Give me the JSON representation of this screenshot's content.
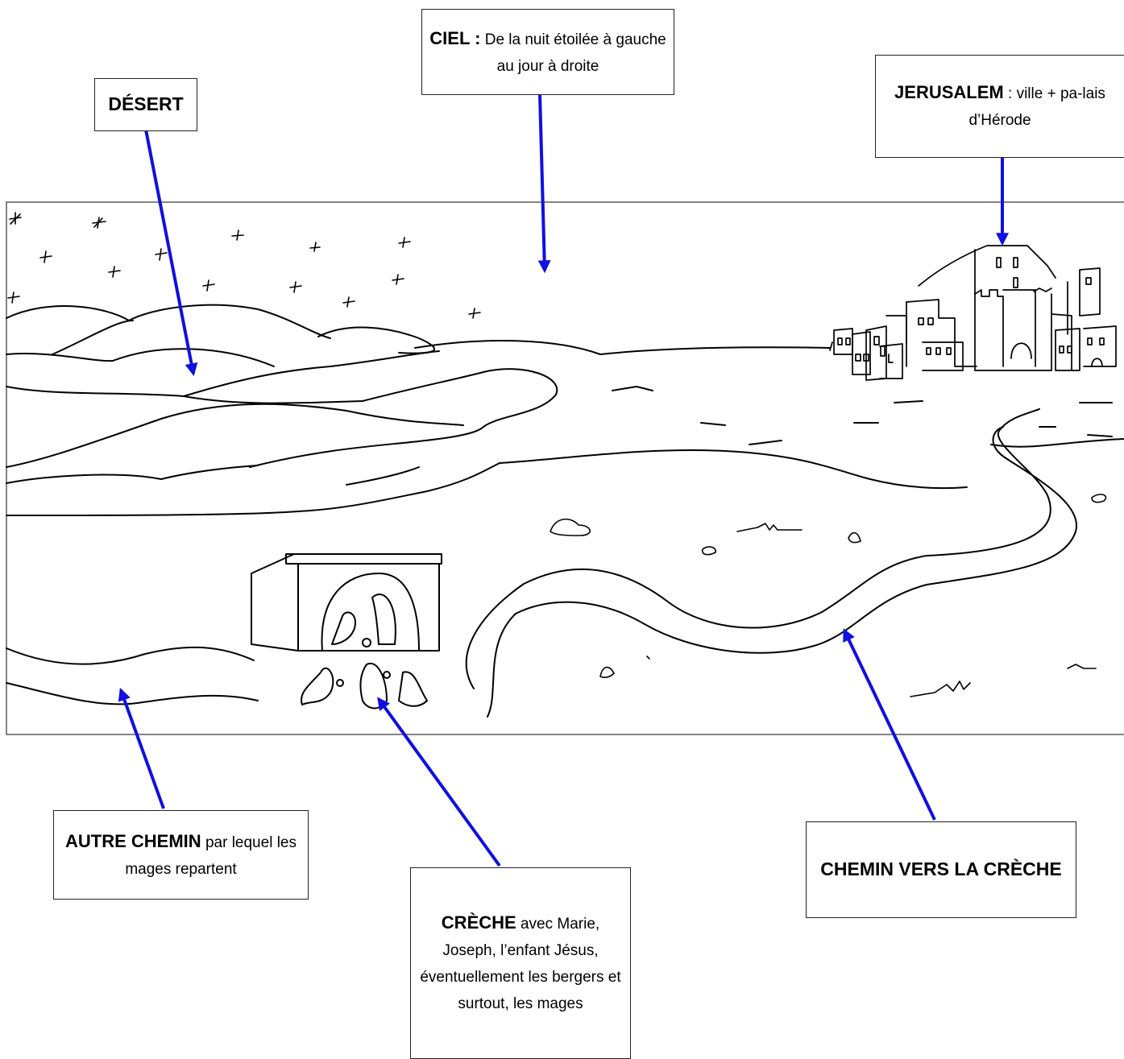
{
  "labels": {
    "desert": {
      "bold": "DÉSERT",
      "text": ""
    },
    "ciel": {
      "bold": "CIEL :",
      "text": " De la nuit étoilée à gauche au jour à droite"
    },
    "jerusalem": {
      "bold": "JERUSALEM",
      "text": " : ville + pa-lais d’Hérode"
    },
    "autre_chemin": {
      "bold": "AUTRE CHEMIN",
      "text": " par lequel les mages repartent"
    },
    "creche": {
      "bold": "CRÈCHE",
      "text": " avec Marie, Joseph, l’enfant Jésus, éventuellement les bergers et surtout, les mages"
    },
    "chemin_creche": {
      "bold": "CHEMIN VERS LA CRÈCHE",
      "text": ""
    }
  },
  "colors": {
    "arrow": "#1010e0",
    "ink": "#000000",
    "frame": "#333333"
  }
}
